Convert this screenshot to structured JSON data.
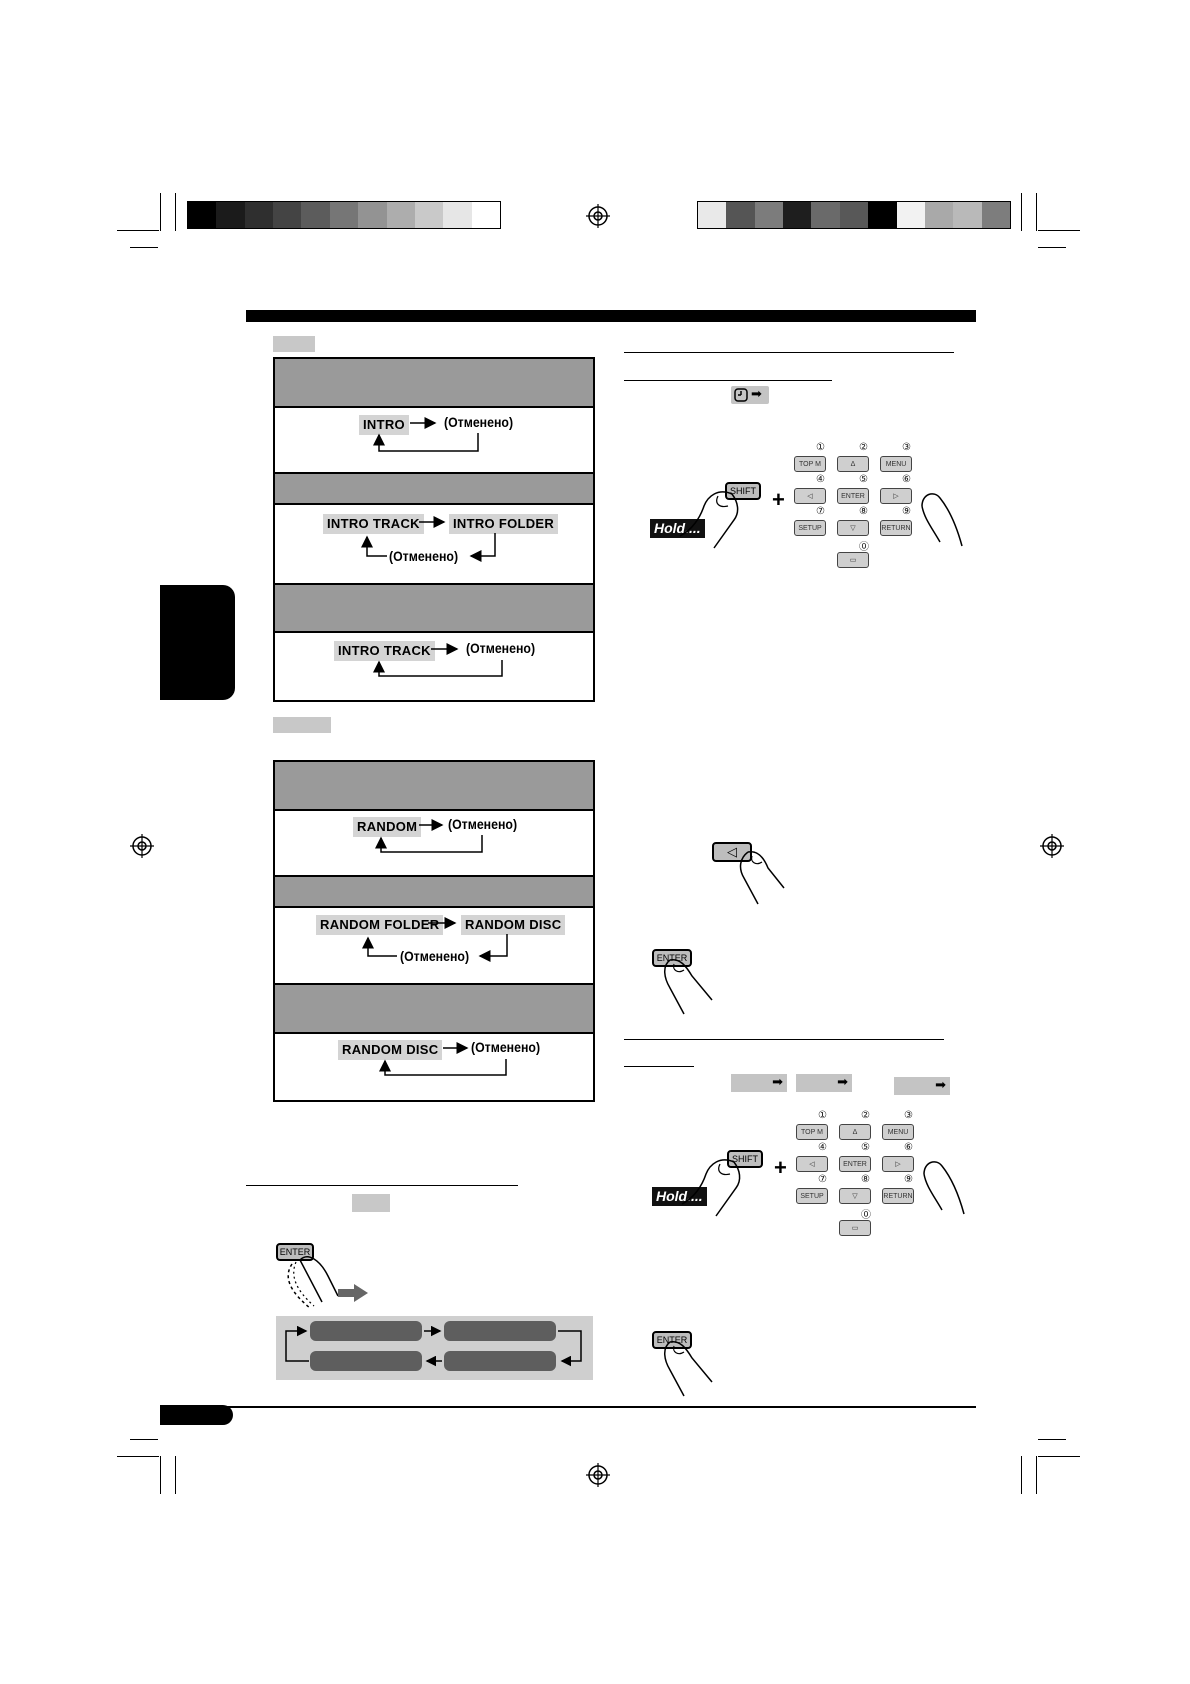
{
  "print_marks": {
    "left_colorbar": [
      "#000000",
      "#1b1b1b",
      "#2f2f2f",
      "#444444",
      "#5c5c5c",
      "#767676",
      "#939393",
      "#adadad",
      "#c9c9c9",
      "#e6e6e6",
      "#ffffff"
    ],
    "right_colorbar": [
      "#e9e9e9",
      "#555555",
      "#7c7c7c",
      "#1e1e1e",
      "#6a6a6a",
      "#585858",
      "#000000",
      "#f2f2f2",
      "#a9a9a9",
      "#b9b9b9",
      "#7d7d7d"
    ]
  },
  "intro_section": {
    "box1": {
      "tag": "INTRO",
      "cancel": "(Отменено)"
    },
    "box2": {
      "tag1": "INTRO TRACK",
      "tag2": "INTRO FOLDER",
      "cancel": "(Отменено)"
    },
    "box3": {
      "tag": "INTRO TRACK",
      "cancel": "(Отменено)"
    }
  },
  "random_section": {
    "box1": {
      "tag": "RANDOM",
      "cancel": "(Отменено)"
    },
    "box2": {
      "tag1": "RANDOM FOLDER",
      "tag2": "RANDOM DISC",
      "cancel": "(Отменено)"
    },
    "box3": {
      "tag": "RANDOM DISC",
      "cancel": "(Отменено)"
    }
  },
  "buttons": {
    "enter": "ENTER",
    "shift": "SHIFT",
    "hold": "Hold....",
    "plus": "+"
  },
  "remote": {
    "numbers": [
      "①",
      "②",
      "③",
      "④",
      "⑤",
      "⑥",
      "⑦",
      "⑧",
      "⑨",
      "⓪"
    ],
    "keys": [
      "TOP M",
      "Δ",
      "MENU",
      "◁",
      "ENTER",
      "▷",
      "SETUP",
      "▽",
      "RETURN",
      "▭"
    ]
  },
  "icons": {
    "arrow": "➡",
    "left_triangle": "◁"
  }
}
